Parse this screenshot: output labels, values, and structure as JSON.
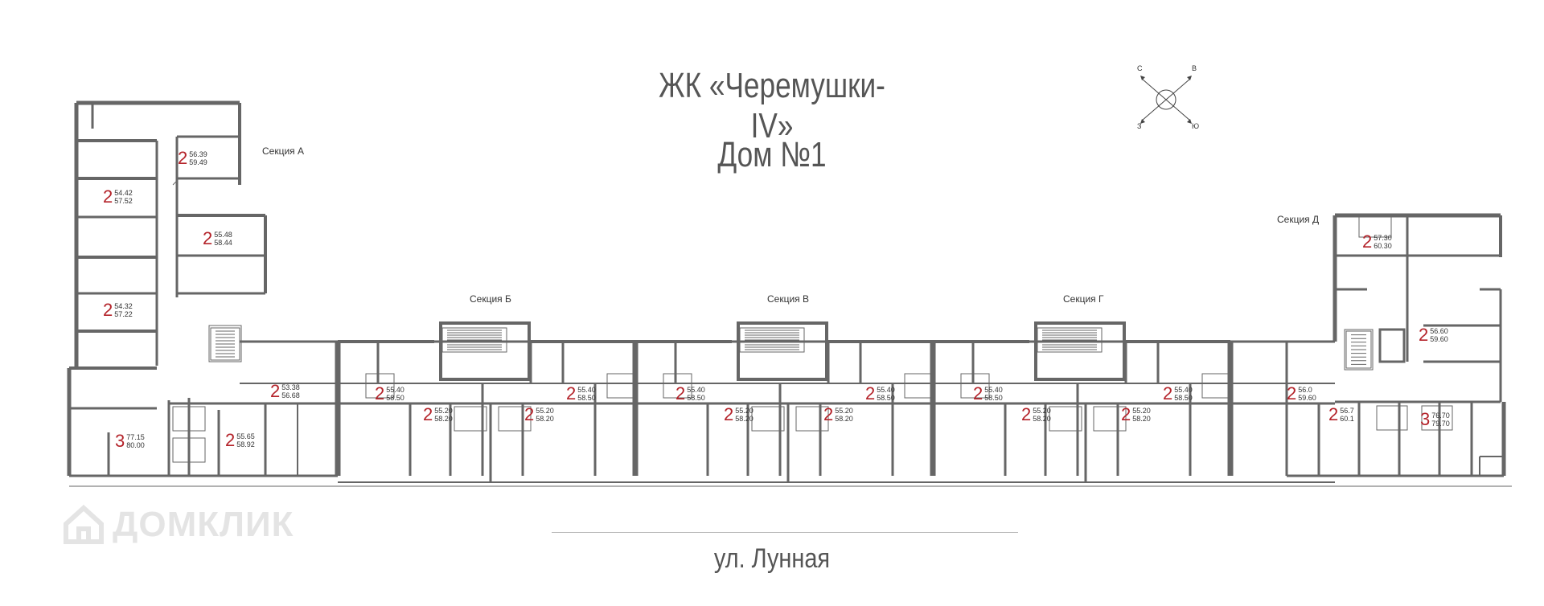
{
  "title": "ЖК «Черемушки-IV»",
  "building": "Дом №1",
  "street": "ул. Лунная",
  "watermark": "ДОМКЛИК",
  "compass": {
    "north": "С",
    "east": "В",
    "south": "Ю",
    "west": "З"
  },
  "sections": [
    {
      "label": "Секция А"
    },
    {
      "label": "Секция Б"
    },
    {
      "label": "Секция В"
    },
    {
      "label": "Секция Г"
    },
    {
      "label": "Секция Д"
    }
  ],
  "apartments": [
    {
      "rooms": "2",
      "area": "56.39",
      "total": "59.49"
    },
    {
      "rooms": "2",
      "area": "54.42",
      "total": "57.52"
    },
    {
      "rooms": "2",
      "area": "55.48",
      "total": "58.44"
    },
    {
      "rooms": "2",
      "area": "54.32",
      "total": "57.22"
    },
    {
      "rooms": "2",
      "area": "53.38",
      "total": "56.68"
    },
    {
      "rooms": "3",
      "area": "77.15",
      "total": "80.00"
    },
    {
      "rooms": "2",
      "area": "55.65",
      "total": "58.92"
    },
    {
      "rooms": "2",
      "area": "55.40",
      "total": "58.50"
    },
    {
      "rooms": "2",
      "area": "55.20",
      "total": "58.20"
    },
    {
      "rooms": "2",
      "area": "55.20",
      "total": "58.20"
    },
    {
      "rooms": "2",
      "area": "55.40",
      "total": "58.50"
    },
    {
      "rooms": "2",
      "area": "55.40",
      "total": "58.50"
    },
    {
      "rooms": "2",
      "area": "55.20",
      "total": "58.20"
    },
    {
      "rooms": "2",
      "area": "55.20",
      "total": "58.20"
    },
    {
      "rooms": "2",
      "area": "55.40",
      "total": "58.50"
    },
    {
      "rooms": "2",
      "area": "55.40",
      "total": "58.50"
    },
    {
      "rooms": "2",
      "area": "55.20",
      "total": "58.20"
    },
    {
      "rooms": "2",
      "area": "55.20",
      "total": "58.20"
    },
    {
      "rooms": "2",
      "area": "55.40",
      "total": "58.50"
    },
    {
      "rooms": "2",
      "area": "56.0",
      "total": "59.60"
    },
    {
      "rooms": "2",
      "area": "56.7",
      "total": "60.1"
    },
    {
      "rooms": "3",
      "area": "76.70",
      "total": "79.70"
    },
    {
      "rooms": "2",
      "area": "57.30",
      "total": "60.30"
    },
    {
      "rooms": "2",
      "area": "56.60",
      "total": "59.60"
    }
  ]
}
